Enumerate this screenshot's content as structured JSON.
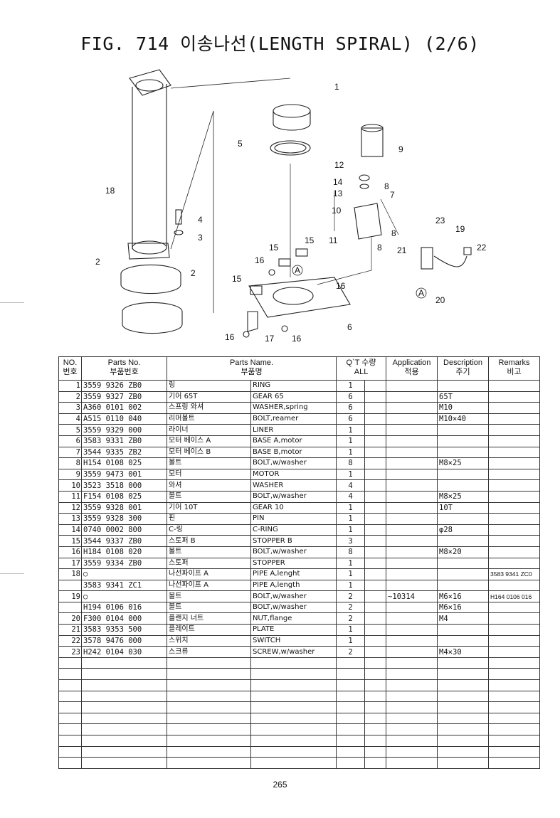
{
  "title": "FIG. 714 이송나선(LENGTH SPIRAL) (2/6)",
  "diagram": {
    "callouts": [
      "1",
      "5",
      "9",
      "12",
      "14",
      "8",
      "7",
      "13",
      "18",
      "4",
      "3",
      "10",
      "8",
      "23",
      "19",
      "15",
      "11",
      "8",
      "22",
      "15",
      "21",
      "2",
      "2",
      "16",
      "A",
      "16",
      "15",
      "A",
      "20",
      "6",
      "16",
      "17",
      "16"
    ],
    "circle_label": "A"
  },
  "table": {
    "headers": {
      "no": [
        "NO.",
        "번호"
      ],
      "parts_no": [
        "Parts No.",
        "부품번호"
      ],
      "parts_name": [
        "Parts Name.",
        "부품명"
      ],
      "qty": [
        "Q`T 수량",
        "ALL"
      ],
      "application": [
        "Application",
        "적용"
      ],
      "description": [
        "Description",
        "주기"
      ],
      "remarks": [
        "Remarks",
        "비고"
      ]
    },
    "rows": [
      {
        "no": "1",
        "pn": "3559 9326 ZB0",
        "kn": "링",
        "en": "RING",
        "q": "1",
        "app": "",
        "desc": "",
        "rem": ""
      },
      {
        "no": "2",
        "pn": "3559 9327 ZB0",
        "kn": "기어 65T",
        "en": "GEAR 65",
        "q": "6",
        "app": "",
        "desc": "65T",
        "rem": ""
      },
      {
        "no": "3",
        "pn": "A360 0101 002",
        "kn": "스프링 와셔",
        "en": "WASHER,spring",
        "q": "6",
        "app": "",
        "desc": "M10",
        "rem": ""
      },
      {
        "no": "4",
        "pn": "A515 0110 040",
        "kn": "리머볼트",
        "en": "BOLT,reamer",
        "q": "6",
        "app": "",
        "desc": "M10×40",
        "rem": ""
      },
      {
        "no": "5",
        "pn": "3559 9329 000",
        "kn": "라이너",
        "en": "LINER",
        "q": "1",
        "app": "",
        "desc": "",
        "rem": ""
      },
      {
        "no": "6",
        "pn": "3583 9331 ZB0",
        "kn": "모터 베이스 A",
        "en": "BASE A,motor",
        "q": "1",
        "app": "",
        "desc": "",
        "rem": ""
      },
      {
        "no": "7",
        "pn": "3544 9335 ZB2",
        "kn": "모터 베이스 B",
        "en": "BASE B,motor",
        "q": "1",
        "app": "",
        "desc": "",
        "rem": ""
      },
      {
        "no": "8",
        "pn": "H154 0108 025",
        "kn": "볼트",
        "en": "BOLT,w/washer",
        "q": "8",
        "app": "",
        "desc": "M8×25",
        "rem": ""
      },
      {
        "no": "9",
        "pn": "3559 9473 001",
        "kn": "모터",
        "en": "MOTOR",
        "q": "1",
        "app": "",
        "desc": "",
        "rem": ""
      },
      {
        "no": "10",
        "pn": "3523 3518 000",
        "kn": "와셔",
        "en": "WASHER",
        "q": "4",
        "app": "",
        "desc": "",
        "rem": ""
      },
      {
        "no": "11",
        "pn": "F154 0108 025",
        "kn": "볼트",
        "en": "BOLT,w/washer",
        "q": "4",
        "app": "",
        "desc": "M8×25",
        "rem": ""
      },
      {
        "no": "12",
        "pn": "3559 9328 001",
        "kn": "기어 10T",
        "en": "GEAR 10",
        "q": "1",
        "app": "",
        "desc": "10T",
        "rem": ""
      },
      {
        "no": "13",
        "pn": "3559 9328 300",
        "kn": "핀",
        "en": "PIN",
        "q": "1",
        "app": "",
        "desc": "",
        "rem": ""
      },
      {
        "no": "14",
        "pn": "0740 0002 800",
        "kn": "C-링",
        "en": "C-RING",
        "q": "1",
        "app": "",
        "desc": "φ28",
        "rem": ""
      },
      {
        "no": "15",
        "pn": "3544 9337 ZB0",
        "kn": "스토퍼 B",
        "en": "STOPPER B",
        "q": "3",
        "app": "",
        "desc": "",
        "rem": ""
      },
      {
        "no": "16",
        "pn": "H184 0108 020",
        "kn": "볼트",
        "en": "BOLT,w/washer",
        "q": "8",
        "app": "",
        "desc": "M8×20",
        "rem": ""
      },
      {
        "no": "17",
        "pn": "3559 9334 ZB0",
        "kn": "스토퍼",
        "en": "STOPPER",
        "q": "1",
        "app": "",
        "desc": "",
        "rem": ""
      },
      {
        "no": "18",
        "pn": "○",
        "kn": "나선파이프 A",
        "en": "PIPE A,lenght",
        "q": "1",
        "app": "",
        "desc": "",
        "rem": "3583 9341 ZC0"
      },
      {
        "no": "",
        "pn": "3583 9341 ZC1",
        "kn": "나선파이프 A",
        "en": "PIPE A,length",
        "q": "1",
        "app": "",
        "desc": "",
        "rem": ""
      },
      {
        "no": "19",
        "pn": "○",
        "kn": "볼트",
        "en": "BOLT,w/washer",
        "q": "2",
        "app": "~10314",
        "desc": "M6×16",
        "rem": "H164 0106 016"
      },
      {
        "no": "",
        "pn": "H194 0106 016",
        "kn": "볼트",
        "en": "BOLT,w/washer",
        "q": "2",
        "app": "",
        "desc": "M6×16",
        "rem": ""
      },
      {
        "no": "20",
        "pn": "F300 0104 000",
        "kn": "플랜지 너트",
        "en": "NUT,flange",
        "q": "2",
        "app": "",
        "desc": "M4",
        "rem": ""
      },
      {
        "no": "21",
        "pn": "3583 9353 500",
        "kn": "플레이트",
        "en": "PLATE",
        "q": "1",
        "app": "",
        "desc": "",
        "rem": ""
      },
      {
        "no": "22",
        "pn": "3578 9476 000",
        "kn": "스위치",
        "en": "SWITCH",
        "q": "1",
        "app": "",
        "desc": "",
        "rem": ""
      },
      {
        "no": "23",
        "pn": "H242 0104 030",
        "kn": "스크류",
        "en": "SCREW,w/washer",
        "q": "2",
        "app": "",
        "desc": "M4×30",
        "rem": ""
      }
    ],
    "empty_rows": 10
  },
  "page_number": "265"
}
